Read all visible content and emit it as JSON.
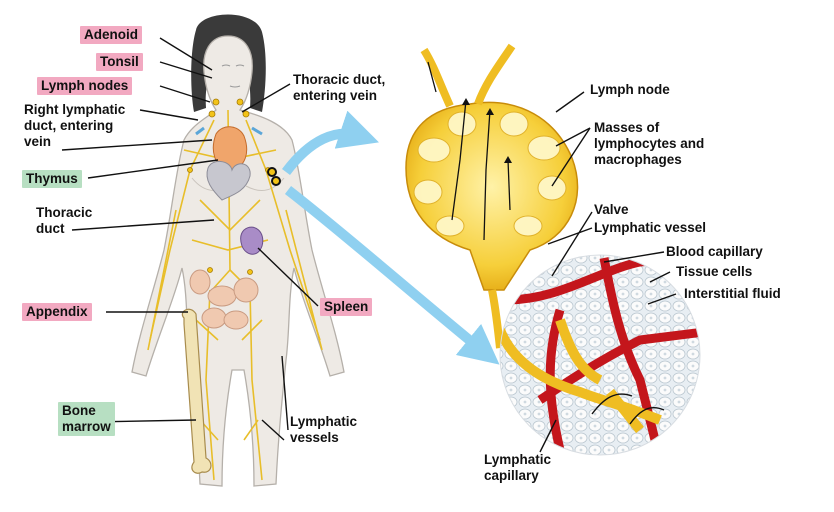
{
  "labels": {
    "adenoid": "Adenoid",
    "tonsil": "Tonsil",
    "lymph_nodes": "Lymph nodes",
    "right_lymphatic_duct": [
      "Right lymphatic",
      "duct, entering",
      "vein"
    ],
    "thymus": "Thymus",
    "thoracic_duct": [
      "Thoracic",
      "duct"
    ],
    "appendix": "Appendix",
    "bone_marrow": [
      "Bone",
      "marrow"
    ],
    "thoracic_duct_entering_vein": [
      "Thoracic duct,",
      "entering vein"
    ],
    "spleen": "Spleen",
    "lymphatic_vessels": [
      "Lymphatic",
      "vessels"
    ],
    "lymph_node": "Lymph node",
    "masses_of_lymphocytes": [
      "Masses of",
      "lymphocytes and",
      "macrophages"
    ],
    "valve": "Valve",
    "lymphatic_vessel": "Lymphatic vessel",
    "blood_capillary": "Blood capillary",
    "tissue_cells": "Tissue cells",
    "interstitial_fluid": "Interstitial fluid",
    "lymphatic_capillary": [
      "Lymphatic",
      "capillary"
    ]
  },
  "colors": {
    "label_pink": "#f2a9c1",
    "label_green": "#b7dfc2",
    "lymph_yellow": "#f2c318",
    "blood_red": "#c4161c",
    "arrow_blue": "#8fd0f0",
    "skin": "#eeeae5",
    "hair": "#3a3a3a"
  }
}
